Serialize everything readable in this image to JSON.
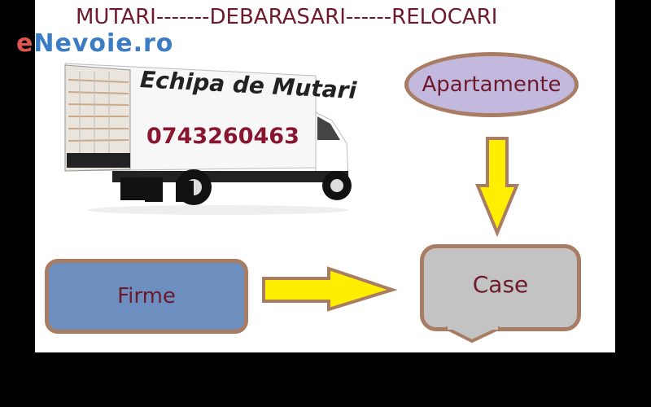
{
  "header": {
    "headline": "MUTARI-------DEBARASARI------RELOCARI",
    "logo_first": "e",
    "logo_rest": "Nevoie.ro"
  },
  "truck": {
    "title": "Echipa de Mutari",
    "phone": "0743260463"
  },
  "diagram": {
    "nodes": [
      {
        "id": "apartamente",
        "label": "Apartamente",
        "shape": "ellipse",
        "fill": "#c3b9df"
      },
      {
        "id": "firme",
        "label": "Firme",
        "shape": "rounded-rect",
        "fill": "#6d8fc0"
      },
      {
        "id": "case",
        "label": "Case",
        "shape": "callout",
        "fill": "#c3c3c3"
      }
    ],
    "edges": [
      {
        "from": "apartamente",
        "to": "case",
        "direction": "down",
        "color": "#ffee00"
      },
      {
        "from": "firme",
        "to": "case",
        "direction": "right",
        "color": "#ffee00"
      }
    ],
    "border_color": "#a87d63",
    "text_color": "#6d1a2c"
  }
}
